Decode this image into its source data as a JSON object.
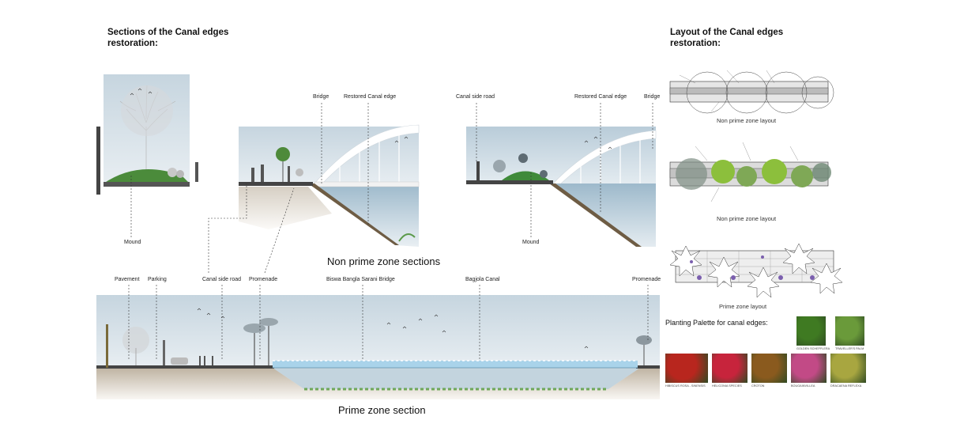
{
  "left_title": {
    "line1": "Sections of the Canal edges",
    "line2": "restoration:"
  },
  "right_title": {
    "line1": "Layout of the Canal edges",
    "line2": "restoration:"
  },
  "section_labels": {
    "mound_1": "Mound",
    "bridge_1": "Bridge",
    "restored_edge_1": "Restored Canal edge",
    "canal_side_road_1": "Canal side road",
    "restored_edge_2": "Restored Canal edge",
    "bridge_2": "Bridge",
    "mound_2": "Mound",
    "pavement": "Pavement",
    "parking": "Parking",
    "canal_side_road_2": "Canal side road",
    "promenade_1": "Promenade",
    "bridge_name": "Biswa Bangla Sarani Bridge",
    "canal_name": "Bagjola Canal",
    "promenade_2": "Promenade"
  },
  "section_titles": {
    "non_prime": "Non prime zone sections",
    "prime": "Prime zone section"
  },
  "layout_captions": {
    "layout_1": "Non prime zone layout",
    "layout_2": "Non prime zone layout",
    "layout_3": "Prime zone layout"
  },
  "palette": {
    "title": "Planting Palette for canal edges:",
    "items": [
      {
        "name": "GOLDEN SCHEFFLERA",
        "color": "#3f7a22"
      },
      {
        "name": "TRAVELLER'S PALM",
        "color": "#6a9a3a"
      },
      {
        "name": "HIBISCUS ROSA - SINENSIS",
        "color": "#b8261e"
      },
      {
        "name": "HELICONIA SPECIES",
        "color": "#c7243c"
      },
      {
        "name": "CROTON",
        "color": "#8a5a1e"
      },
      {
        "name": "BOUGAINVILLEA",
        "color": "#c24a86"
      },
      {
        "name": "DRACAENA REFLEXA",
        "color": "#a8a640"
      }
    ]
  },
  "colors": {
    "sky": "#cfdbe3",
    "sky_dark": "#bfcfdb",
    "grass": "#3f8a3a",
    "soil": "#7d6a4e",
    "water": "#8fb0c6",
    "bridge": "#ffffff",
    "bridge_prime": "#a9d3ea"
  }
}
